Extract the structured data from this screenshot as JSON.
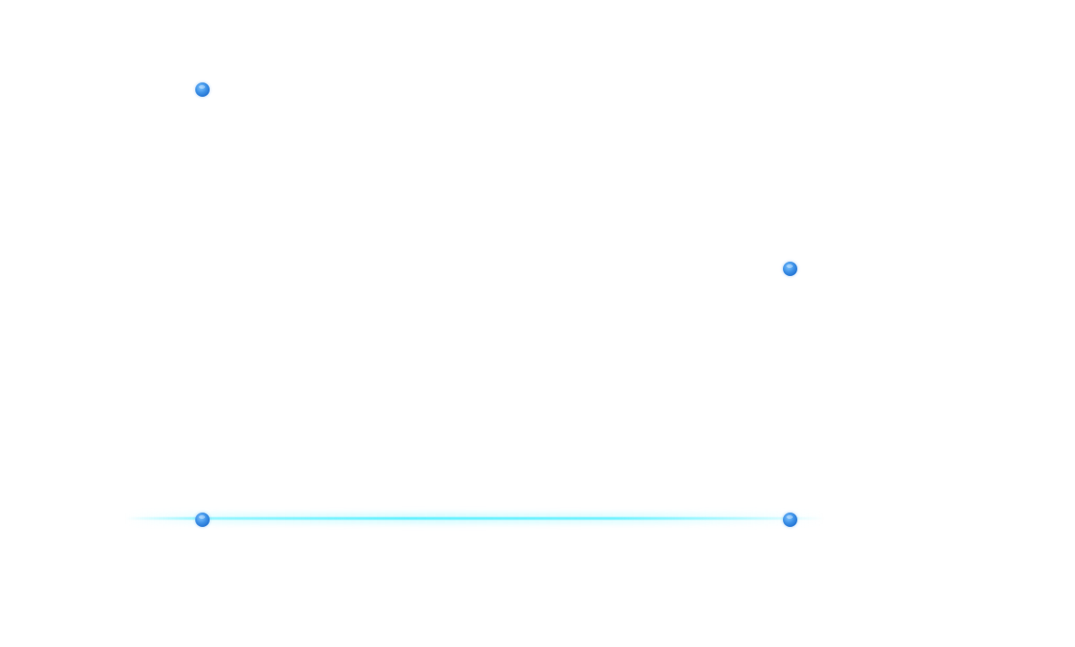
{
  "colors": {
    "background": "#ffffff",
    "node": "#2f84e0",
    "line_glow": "#5af0ff"
  },
  "elements": {
    "nodes": [
      "node",
      "node",
      "node",
      "node"
    ],
    "line": "glow-line"
  }
}
